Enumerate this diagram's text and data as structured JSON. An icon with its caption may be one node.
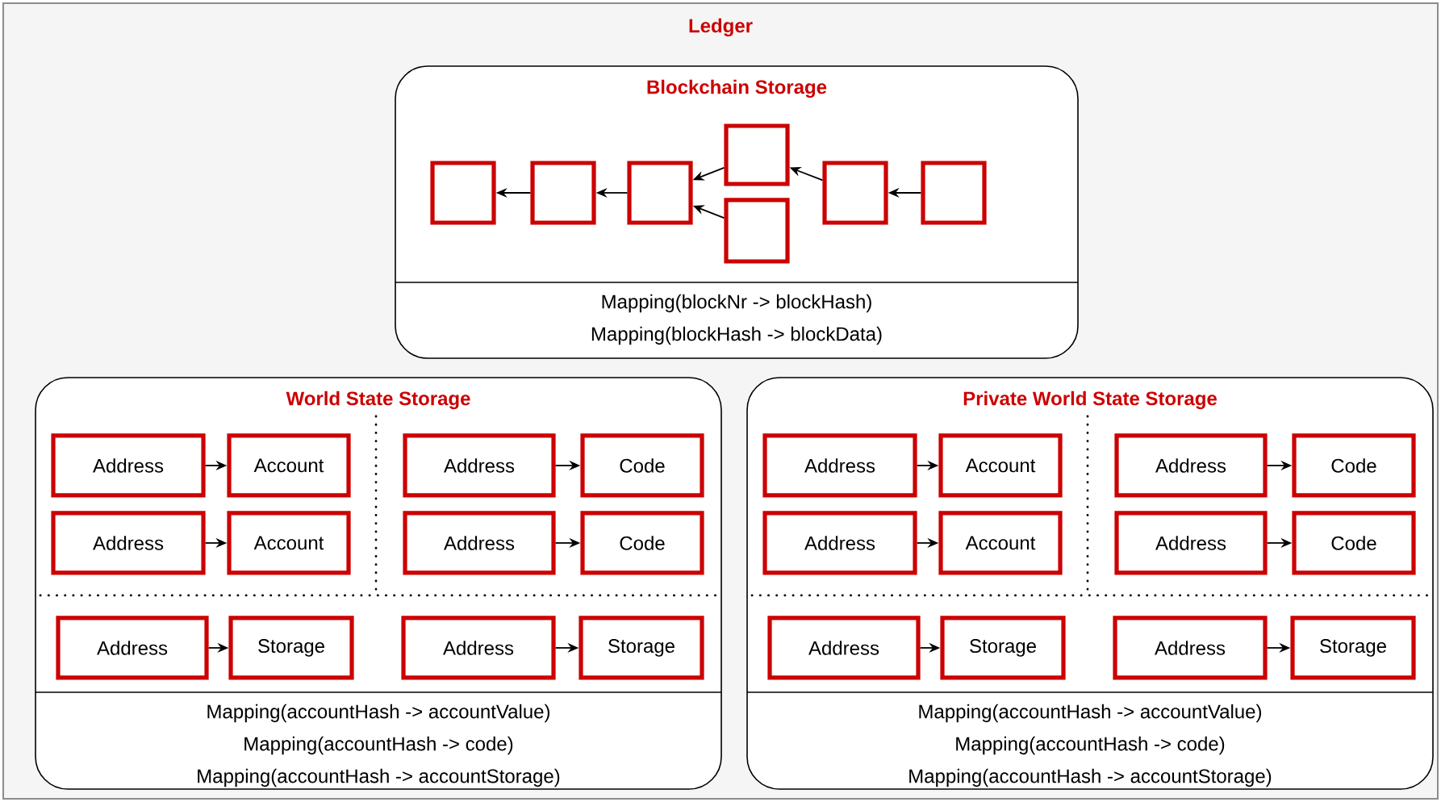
{
  "diagram": {
    "nodes": [
      {
        "text": [
          "Ledger"
        ]
      },
      {
        "text": [
          "Blockchain Storage",
          "Mapping(blockNr -> blockHash)",
          "Mapping(blockHash -> blockData)"
        ],
        "in": 0
      },
      {
        "text": [],
        "shape": "box",
        "in": 1
      },
      {
        "text": [],
        "shape": "box",
        "in": 1
      },
      {
        "text": [],
        "shape": "box",
        "in": 1
      },
      {
        "text": [],
        "shape": "box",
        "in": 1
      },
      {
        "text": [],
        "shape": "box",
        "in": 1
      },
      {
        "text": [],
        "shape": "box",
        "in": 1
      },
      {
        "text": [],
        "shape": "box",
        "in": 1
      },
      {
        "text": [
          "World State Storage",
          "Mapping(accountHash -> accountValue)",
          "Mapping(accountHash -> code)",
          "Mapping(accountHash -> accountStorage)"
        ],
        "in": 0
      },
      {
        "text": [
          "Address"
        ],
        "in": 9
      },
      {
        "text": [
          "Account"
        ],
        "in": 9
      },
      {
        "text": [
          "Address"
        ],
        "in": 9
      },
      {
        "text": [
          "Code"
        ],
        "in": 9
      },
      {
        "text": [
          "Address"
        ],
        "in": 9
      },
      {
        "text": [
          "Account"
        ],
        "in": 9
      },
      {
        "text": [
          "Address"
        ],
        "in": 9
      },
      {
        "text": [
          "Code"
        ],
        "in": 9
      },
      {
        "text": [
          "Address"
        ],
        "in": 9
      },
      {
        "text": [
          "Storage"
        ],
        "in": 9
      },
      {
        "text": [
          "Address"
        ],
        "in": 9
      },
      {
        "text": [
          "Storage"
        ],
        "in": 9
      },
      {
        "text": [
          "Private World State Storage",
          "Mapping(accountHash -> accountValue)",
          "Mapping(accountHash -> code)",
          "Mapping(accountHash -> accountStorage)"
        ],
        "in": 0
      },
      {
        "text": [
          "Address"
        ],
        "in": 22
      },
      {
        "text": [
          "Account"
        ],
        "in": 22
      },
      {
        "text": [
          "Address"
        ],
        "in": 22
      },
      {
        "text": [
          "Code"
        ],
        "in": 22
      },
      {
        "text": [
          "Address"
        ],
        "in": 22
      },
      {
        "text": [
          "Account"
        ],
        "in": 22
      },
      {
        "text": [
          "Address"
        ],
        "in": 22
      },
      {
        "text": [
          "Code"
        ],
        "in": 22
      },
      {
        "text": [
          "Address"
        ],
        "in": 22
      },
      {
        "text": [
          "Storage"
        ],
        "in": 22
      },
      {
        "text": [
          "Address"
        ],
        "in": 22
      },
      {
        "text": [
          "Storage"
        ],
        "in": 22
      }
    ],
    "edges": [
      {
        "from": 3,
        "to": 2,
        "arrow": "to"
      },
      {
        "from": 4,
        "to": 3,
        "arrow": "to"
      },
      {
        "from": 5,
        "to": 4,
        "arrow": "to"
      },
      {
        "from": 6,
        "to": 4,
        "arrow": "to"
      },
      {
        "from": 7,
        "to": 5,
        "arrow": "to"
      },
      {
        "from": 8,
        "to": 7,
        "arrow": "to"
      },
      {
        "from": 10,
        "to": 11,
        "arrow": "to"
      },
      {
        "from": 12,
        "to": 13,
        "arrow": "to"
      },
      {
        "from": 14,
        "to": 15,
        "arrow": "to"
      },
      {
        "from": 16,
        "to": 17,
        "arrow": "to"
      },
      {
        "from": 18,
        "to": 19,
        "arrow": "to"
      },
      {
        "from": 20,
        "to": 21,
        "arrow": "to"
      },
      {
        "from": 23,
        "to": 24,
        "arrow": "to"
      },
      {
        "from": 25,
        "to": 26,
        "arrow": "to"
      },
      {
        "from": 27,
        "to": 28,
        "arrow": "to"
      },
      {
        "from": 29,
        "to": 30,
        "arrow": "to"
      },
      {
        "from": 31,
        "to": 32,
        "arrow": "to"
      },
      {
        "from": 33,
        "to": 34,
        "arrow": "to"
      }
    ]
  }
}
